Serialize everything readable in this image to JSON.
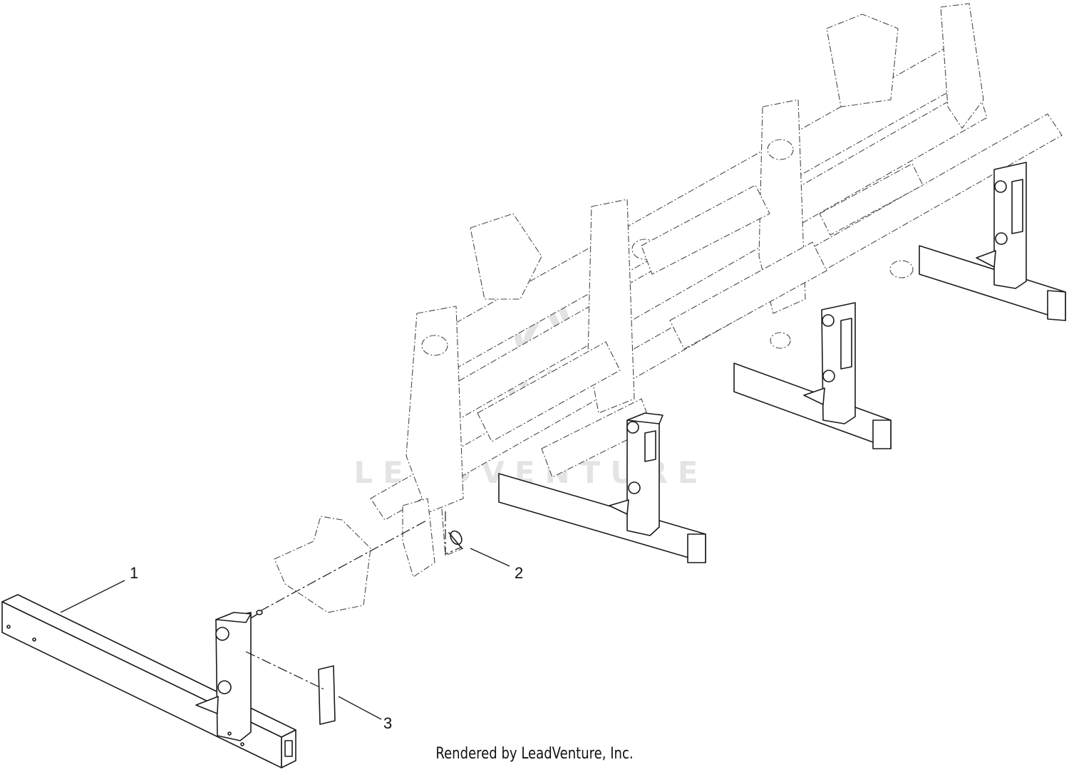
{
  "callouts": [
    {
      "id": "1",
      "label": "1"
    },
    {
      "id": "2",
      "label": "2"
    },
    {
      "id": "3",
      "label": "3"
    }
  ],
  "watermark": {
    "text": "LEADVENTURE"
  },
  "credit": {
    "text": "Rendered by LeadVenture, Inc."
  }
}
